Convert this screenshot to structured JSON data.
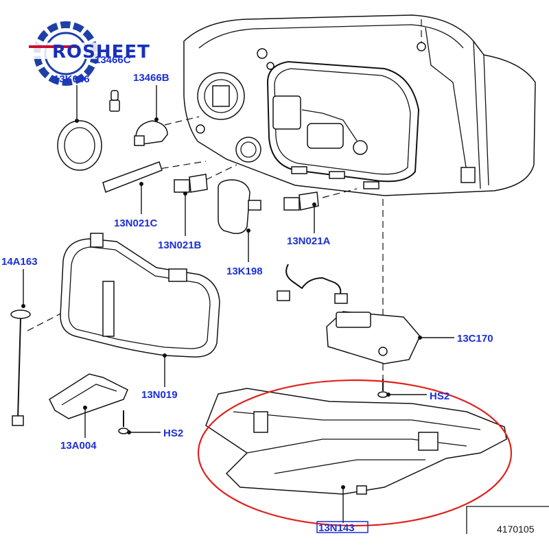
{
  "logo": {
    "text": "ROSHEET",
    "colors": {
      "ring": "#1d3fa6",
      "text": "#1730b8",
      "accent": "#c8102e"
    }
  },
  "callouts": {
    "c13466c": "13466C",
    "c13k046": "13K046",
    "c13466b": "13466B",
    "c13n021c": "13N021C",
    "c13n021b": "13N021B",
    "c13n021a": "13N021A",
    "c13k198": "13K198",
    "c14a163": "14A163",
    "c13c170": "13C170",
    "c13n019": "13N019",
    "chs2_right": "HS2",
    "chs2_left": "HS2",
    "c13a004": "13A004",
    "c13n143": "13N143"
  },
  "reference_number": "4170105",
  "colors": {
    "callout_text": "#1a2fd6",
    "highlight_ellipse": "#e0201b",
    "line": "#111111"
  }
}
